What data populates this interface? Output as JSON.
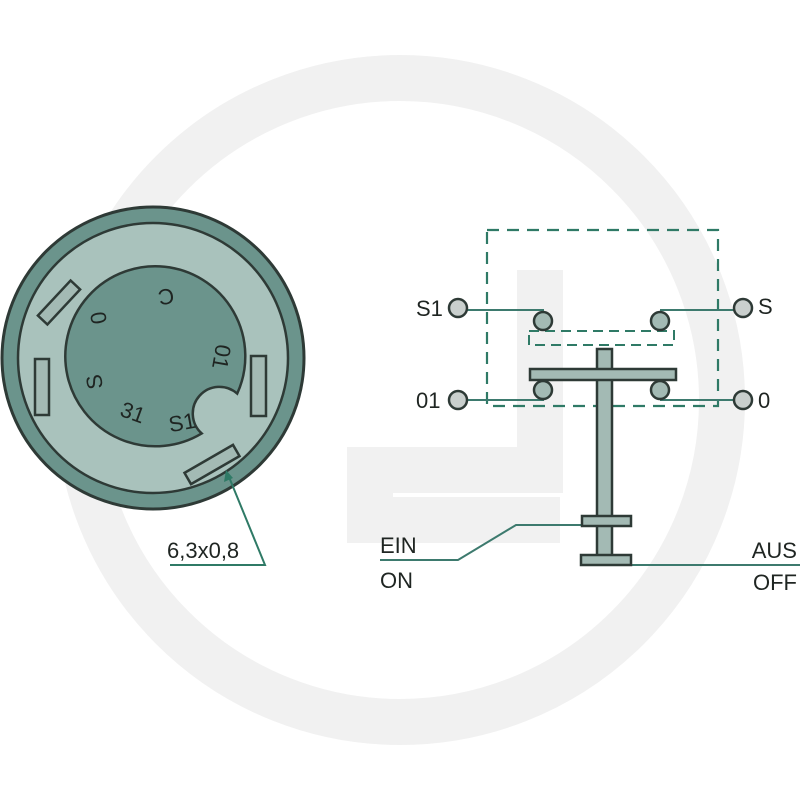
{
  "colors": {
    "outline": "#2e3a36",
    "outer_ring": "#6b948c",
    "inner_ring": "#a9c2bc",
    "center_disc": "#6b948c",
    "terminal_fill": "#a3bab4",
    "schematic_line": "#3d7a6e",
    "dashed_box": "#2f7a66",
    "watermark": "#f1f1f1",
    "text": "#1f2522"
  },
  "connector": {
    "terminal_labels": [
      "C",
      "0",
      "S",
      "31",
      "S1",
      "01"
    ],
    "dimension_label": "6,3x0,8"
  },
  "schematic": {
    "left_labels": [
      "S1",
      "01"
    ],
    "right_labels": [
      "S",
      "0"
    ],
    "on_label_de": "EIN",
    "on_label_en": "ON",
    "off_label_de": "AUS",
    "off_label_en": "OFF"
  }
}
